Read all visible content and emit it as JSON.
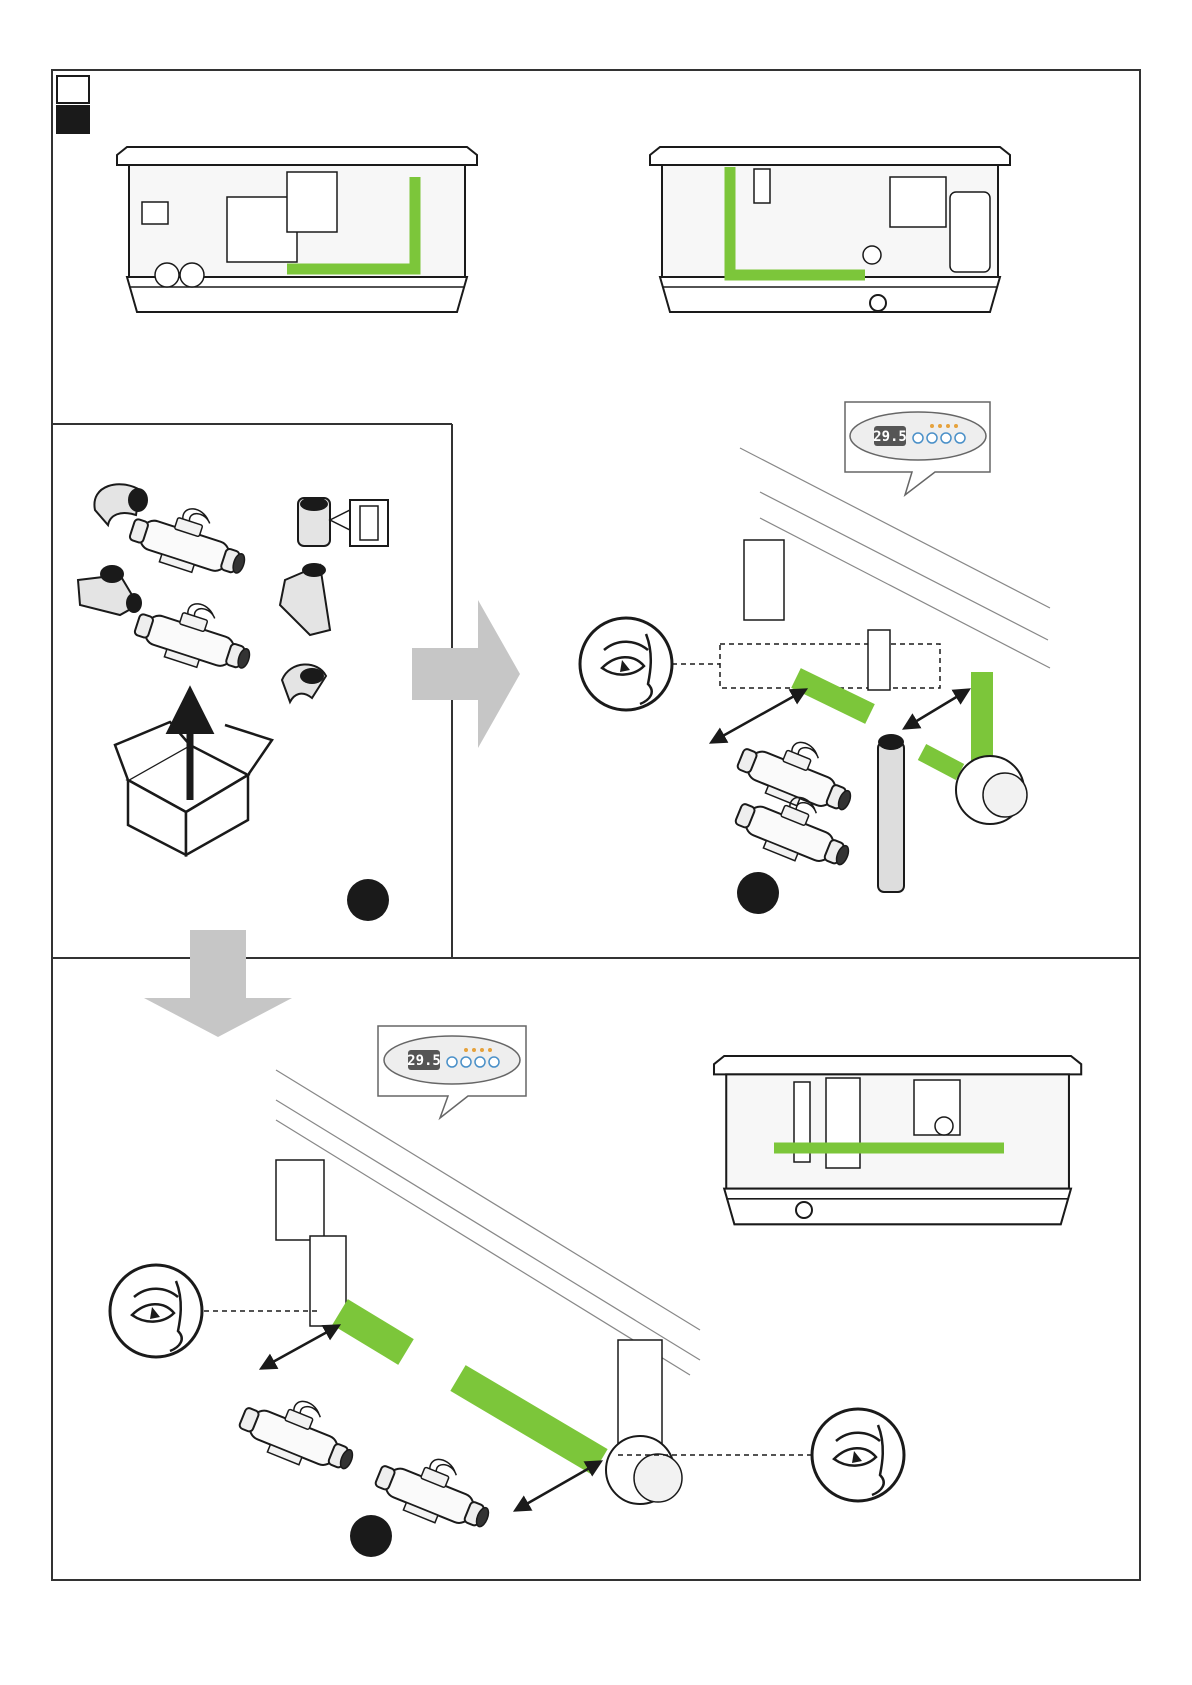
{
  "colors": {
    "pipe_green": "#7cc63a",
    "pipe_green_dark": "#4f8a1f",
    "arrow_grey": "#c6c6c6",
    "line": "#1a1a1a",
    "frame": "#333333",
    "step_marker": "#1a1a1a"
  },
  "legend": {
    "items": [
      {
        "id": "legend-white",
        "fill": "#ffffff"
      },
      {
        "id": "legend-black",
        "fill": "#1a1a1a"
      }
    ]
  },
  "control_panels": [
    {
      "id": "panel-top",
      "display": "29.5",
      "leds": 5,
      "buttons": 4
    },
    {
      "id": "panel-bottom",
      "display": "29.5",
      "leds": 5,
      "buttons": 4
    }
  ],
  "step_markers": [
    {
      "id": "step-marker-1"
    },
    {
      "id": "step-marker-2"
    },
    {
      "id": "step-marker-3"
    }
  ],
  "icons": {
    "eye_inspect": "eye-icon",
    "box": "box-icon",
    "flow_arrow": "arrow-icon",
    "double_arrow": "double-arrow-icon"
  }
}
